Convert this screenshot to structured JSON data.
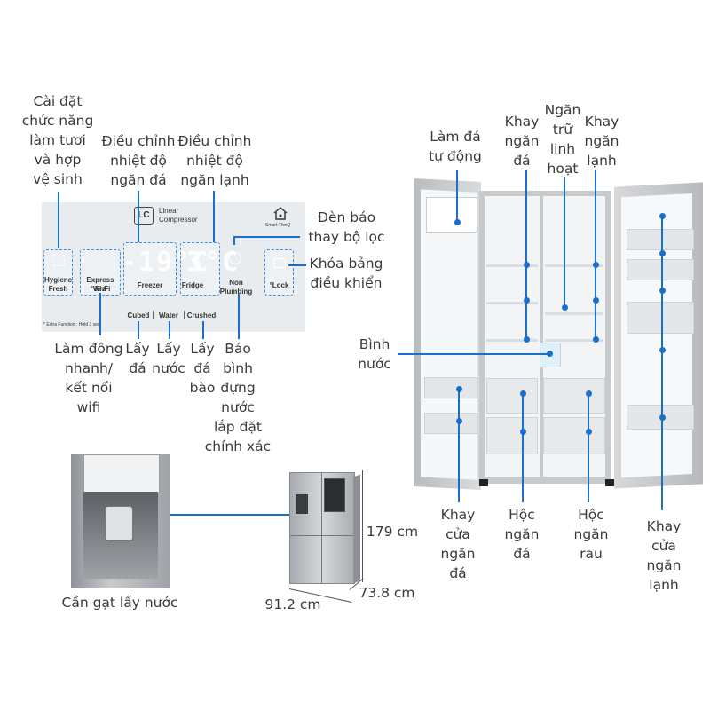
{
  "panel": {
    "compressor_badge": "LC",
    "compressor_line1": "Linear",
    "compressor_line2": "Compressor",
    "smart_label": "Smart ThinQ",
    "freezer_display": "-19°C",
    "fridge_display": "3°C",
    "btn_hygiene_l1": "Hygiene",
    "btn_hygiene_l2": "Fresh",
    "btn_express_l1": "Express Frz",
    "btn_express_l2": "°Wi-Fi",
    "btn_freezer": "Freezer",
    "btn_fridge": "Fridge",
    "btn_nonplumbing_l1": "Non",
    "btn_nonplumbing_l2": "Plumbing",
    "btn_lock": "°Lock",
    "cubed": "Cubed",
    "water": "Water",
    "crushed": "Crushed",
    "footnote": "* Extra Function : Hold 3 sec."
  },
  "labels": {
    "hygiene": "Cài đặt\nchức năng\nlàm tươi\nvà hợp\nvệ sinh",
    "freezer_temp": "Điều chỉnh\nnhiệt độ\nngăn đá",
    "fridge_temp": "Điều chỉnh\nnhiệt độ\nngăn lạnh",
    "filter": "Đèn báo\nthay bộ lọc",
    "lock": "Khóa bảng\nđiều khiển",
    "express": "Làm đông\nnhanh/\nkết nối\nwifi",
    "cubed": "Lấy\nđá",
    "water": "Lấy\nnước",
    "crushed": "Lấy\nđá\nbào",
    "plumbing": "Báo\nbình\nđựng\nnước\nlắp đặt\nchính xác",
    "dispenser": "Cần gạt lấy nước",
    "height": "179 cm",
    "width": "91.2 cm",
    "depth": "73.8 cm",
    "icemaker": "Làm đá\ntự động",
    "freezer_shelf": "Khay\nngăn\nđá",
    "flex": "Ngăn\ntrữ\nlinh\nhoạt",
    "fridge_shelf": "Khay\nngăn\nlạnh",
    "water_tank": "Bình\nnước",
    "freezer_door_tray": "Khay\ncửa\nngăn\nđá",
    "freezer_drawer": "Hộc\nngăn\nđá",
    "veg_drawer": "Hộc\nngăn\nrau",
    "fridge_door_tray": "Khay\ncửa\nngăn\nlạnh"
  },
  "colors": {
    "accent": "#1a6fc9",
    "button_outline": "#3f8de0",
    "panel_bg": "#e9ecef",
    "steel": "#b9bcbf"
  }
}
